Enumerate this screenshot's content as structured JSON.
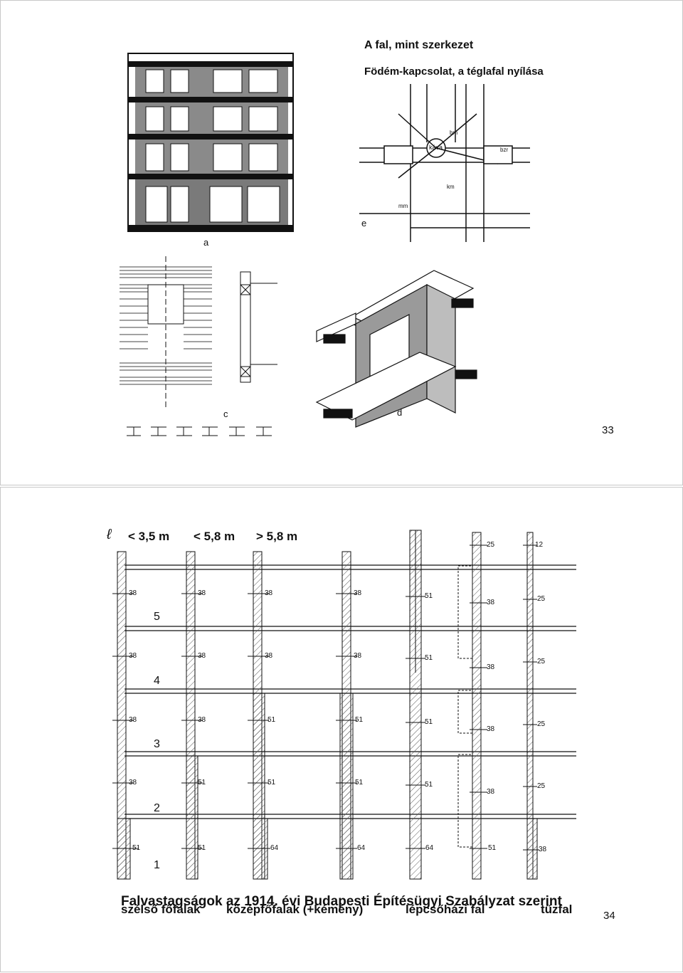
{
  "slide33": {
    "title": "A fal, mint szerkezet",
    "subtitle": "Födém-kapcsolat, a téglafal nyílása",
    "page_number": "33",
    "fig_labels": {
      "a": "a",
      "c": "c",
      "d": "d",
      "e": "e",
      "kava": "káva",
      "bm": "bm",
      "km": "km",
      "mm": "mm",
      "bzr": "bzr"
    }
  },
  "slide34": {
    "page_number": "34",
    "header_l": "ℓ",
    "header_1": "< 3,5 m",
    "header_2": "< 5,8 m",
    "header_3": "> 5,8 m",
    "floors": [
      "5",
      "4",
      "3",
      "2",
      "1"
    ],
    "caption": "Falvastagságok az 1914. évi Budapesti Építésügyi Szabályzat szerint",
    "col_labels": [
      "szélső főfalak",
      "középfőfalak (+kémény)",
      "lépcsőházi fal",
      "tűzfal"
    ],
    "wall_thickness": {
      "col1": [
        "38",
        "38",
        "38",
        "38",
        "51"
      ],
      "col2": [
        "38",
        "38",
        "38",
        "51",
        "51"
      ],
      "col3": [
        "38",
        "38",
        "51",
        "51",
        "64"
      ],
      "col4": [
        "38",
        "38",
        "51",
        "51",
        "64"
      ],
      "col5": [
        "51",
        "51",
        "51",
        "51",
        "64"
      ],
      "col6": [
        "25",
        "38",
        "38",
        "38",
        "38",
        "51"
      ],
      "col7": [
        "12",
        "25",
        "25",
        "25",
        "25",
        "38"
      ]
    }
  }
}
